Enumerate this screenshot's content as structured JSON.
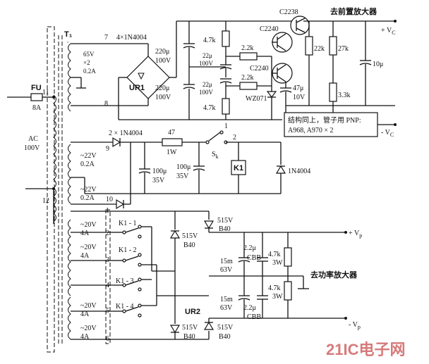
{
  "transformer": {
    "ref": "T₁",
    "pins": [
      "7",
      "8",
      "9",
      "10",
      "1",
      "2",
      "3",
      "4",
      "5",
      "6",
      "11",
      "12"
    ],
    "sec1": [
      "65V",
      "×2",
      "0.2A"
    ],
    "sec2a": [
      "~22V",
      "0.2A"
    ],
    "sec2b": [
      "~22V",
      "0.2A"
    ],
    "sec3": [
      "~20V",
      "4A"
    ],
    "sec4": [
      "~20V",
      "4A"
    ],
    "sec5": [
      "~20V",
      "4A"
    ],
    "sec6": [
      "~20V",
      "4A"
    ]
  },
  "input": {
    "fuse": "FU",
    "fuse_rating": "8A",
    "ac": "AC",
    "ac_voltage": "100V"
  },
  "rect1": {
    "diodes": "4×1N4004",
    "bridge": "UR1"
  },
  "preamp": {
    "cap1": [
      "220μ",
      "100V"
    ],
    "cap2": [
      "220μ",
      "100V"
    ],
    "r1": "4.7k",
    "r2": "4.7k",
    "r3": "2.2k",
    "r4": "2.2k",
    "c3": [
      "22μ",
      "100V"
    ],
    "c4": [
      "22μ",
      "100V"
    ],
    "q1": "C2240",
    "q2": "C2240",
    "q3": "C2238",
    "zener": "WZ071",
    "c5": [
      "47μ",
      "10V"
    ],
    "r5": "22k",
    "r6": "27k",
    "r7": "3.3k",
    "c6": "10μ",
    "to": "去前置放大器",
    "vpos": "+ V",
    "vpos_sub": "C",
    "vneg": "- V",
    "vneg_sub": "C",
    "note1": "结构同上，管子用 PNP:",
    "note2": "A968, A970 × 2"
  },
  "relay": {
    "diodes": "2 × 1N4004",
    "r": "47",
    "r_w": "1W",
    "c1": [
      "100μ",
      "35V"
    ],
    "c2": [
      "100μ",
      "35V"
    ],
    "switch": "S",
    "switch_sub": "k",
    "sw1": "1",
    "sw2": "2",
    "coil": "K1",
    "diode": "1N4004"
  },
  "power": {
    "k_contacts": [
      "K1 - 1",
      "K1 - 2",
      "K1 - 3",
      "K1 - 4"
    ],
    "bridge": "UR2",
    "d1": [
      "515V",
      "B40"
    ],
    "d2": [
      "515V",
      "B40"
    ],
    "d3": [
      "515V",
      "B40"
    ],
    "d4": [
      "515V",
      "B40"
    ],
    "c_big1": [
      "15m",
      "63V"
    ],
    "c_big2": [
      "15m",
      "63V"
    ],
    "c_film1": [
      "2.2μ",
      "CBB"
    ],
    "c_film2": [
      "2.2μ",
      "CBB"
    ],
    "r1": [
      "4.7k",
      "3W"
    ],
    "r2": [
      "4.7k",
      "3W"
    ],
    "vp": "+ V",
    "vp_sub": "p",
    "vn": "- V",
    "vn_sub": "p",
    "to": "去功率放大器"
  },
  "watermark": "21IC电子网"
}
